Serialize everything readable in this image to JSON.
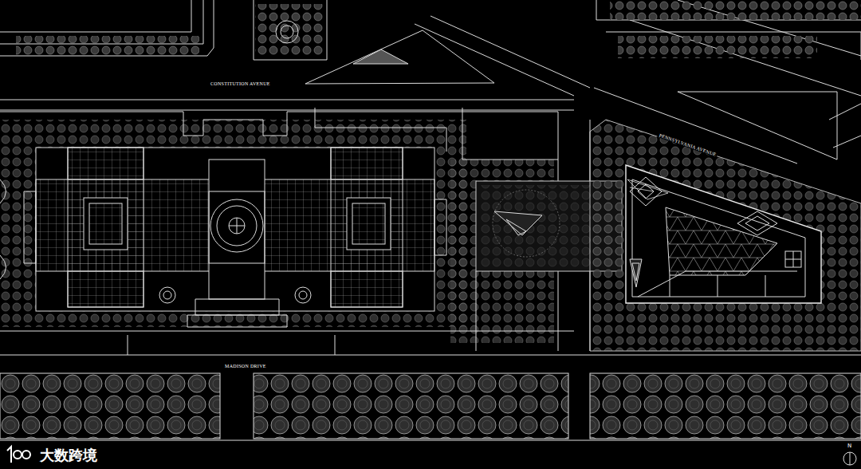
{
  "diagram": {
    "labels": [
      "CONSTITUTION AVENUE",
      "PENNSYLVANIA AVENUE",
      "MADISON DRIVE",
      "大数跨境",
      "N"
    ]
  }
}
